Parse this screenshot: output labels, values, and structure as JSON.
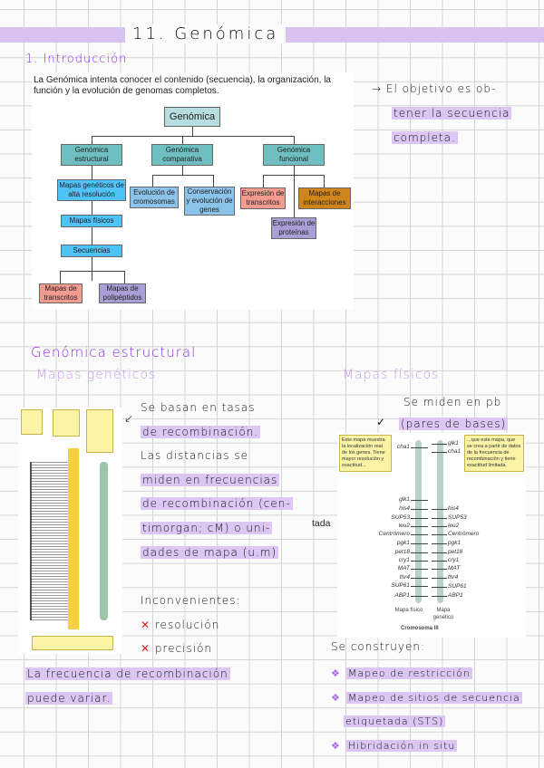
{
  "header": {
    "title": "11. Genómica",
    "section": "1. Introducción"
  },
  "intro": {
    "text": "La Genómica intenta conocer el contenido (secuencia), la organización, la función y la evolución de genomas completos.",
    "diagram": {
      "root": "Genómica",
      "branches": [
        {
          "label": "Genómica estructural",
          "children": [
            "Mapas genéticos de alta resolución",
            "Mapas físicos",
            "Secuencias"
          ],
          "leaves": [
            "Mapas de transcritos",
            "Mapas de polipéptidos"
          ]
        },
        {
          "label": "Genómica comparativa",
          "children": [
            "Evolución de cromosomas",
            "Conservación y evolución de genes"
          ]
        },
        {
          "label": "Genómica funcional",
          "children": [
            "Expresión de transcritos",
            "Expresión de proteínas",
            "Mapas de interacciones"
          ]
        }
      ]
    },
    "note": {
      "arrow": "→",
      "lines": [
        "El objetivo es ob-",
        "tener la secuencia",
        "completa."
      ]
    }
  },
  "structural": {
    "title": "Genómica estructural",
    "genetic": {
      "title": "Mapas genéticos",
      "arrow": "↙",
      "lines": [
        "Se basan en tasas",
        "de recombinación.",
        "Las distancias se",
        "miden en frecuencias",
        "de recombinación (cen-",
        "timorgan; cM) o uni-",
        "dades de mapa (u.m)"
      ],
      "cons_title": "Inconvenientes:",
      "cons": [
        "resolución",
        "precisión"
      ],
      "cross": "✕",
      "footer": [
        "La frecuencia de recombinación",
        "puede variar."
      ]
    },
    "physical": {
      "title": "Mapas físicos",
      "arrow": "✓",
      "lines": [
        "Se miden en pb",
        "(pares de bases)"
      ],
      "fragment": "tada",
      "figure": {
        "note1": "Este mapa muestra la localización real de los genes. Tiene mayor resolución y exactitud...",
        "note2": "...que este mapa, que se crea a partir de datos de la frecuencia de recombinación y tiene exactitud limitada.",
        "left_genes": [
          "cha1",
          "glk1",
          "his4",
          "SUP53",
          "leu2",
          "Centrómero",
          "pgk1",
          "pet18",
          "cry1",
          "MAT",
          "thr4",
          "SUP61",
          "ABP1"
        ],
        "right_genes": [
          "glk1",
          "cha1",
          "his4",
          "SUP53",
          "leu2",
          "Centrómero",
          "pgk1",
          "pet18",
          "cry1",
          "MAT",
          "thr4",
          "SUP61",
          "ABP1"
        ],
        "label_left": "Mapa físico",
        "label_right": "Mapa genético",
        "caption": "Cromosoma III"
      },
      "build_title": "Se construyen:",
      "methods": [
        "Mapeo de restricción",
        "Mapeo de sitios de secuencia",
        "etiquetada (STS)",
        "Hibridación in situ"
      ],
      "bullet": "❖"
    }
  },
  "colors": {
    "highlight": "#dcc6f3",
    "heading": "#8a2be2",
    "subheading": "#c49af0",
    "cross": "#e21b1b"
  }
}
